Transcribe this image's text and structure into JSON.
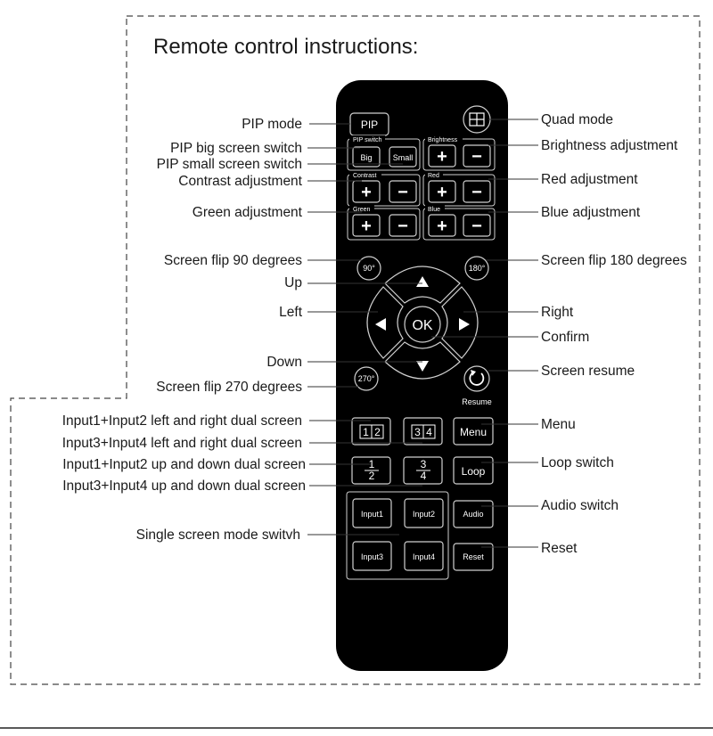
{
  "title": "Remote control instructions:",
  "labels": {
    "pip_mode": "PIP mode",
    "pip_big": "PIP big screen switch",
    "pip_small": "PIP small screen switch",
    "contrast_adj": "Contrast adjustment",
    "green_adj": "Green adjustment",
    "flip90": "Screen flip 90 degrees",
    "up": "Up",
    "left": "Left",
    "down": "Down",
    "flip270": "Screen flip 270 degrees",
    "in12_lr": "Input1+Input2 left and right dual screen",
    "in34_lr": "Input3+Input4 left and right dual screen",
    "in12_ud": "Input1+Input2 up and down dual screen",
    "in34_ud": "Input3+Input4 up and down dual screen",
    "single": "Single screen mode switvh",
    "quad": "Quad mode",
    "brightness_adj": "Brightness adjustment",
    "red_adj": "Red adjustment",
    "blue_adj": "Blue adjustment",
    "flip180": "Screen flip 180 degrees",
    "right": "Right",
    "confirm": "Confirm",
    "resume": "Screen resume",
    "menu": "Menu",
    "loop": "Loop switch",
    "audio": "Audio switch",
    "reset": "Reset"
  },
  "remote": {
    "pip": "PIP",
    "pip_group": "PIP switch",
    "big": "Big",
    "small": "Small",
    "brightness_group": "Brightness",
    "contrast_group": "Contrast",
    "red_group": "Red",
    "green_group": "Green",
    "blue_group": "Blue",
    "plus": "+",
    "minus": "−",
    "deg90": "90°",
    "deg180": "180°",
    "deg270": "270°",
    "ok": "OK",
    "resume": "Resume",
    "n1": "1",
    "n2": "2",
    "n3": "3",
    "n4": "4",
    "menu": "Menu",
    "loop": "Loop",
    "audio": "Audio",
    "reset": "Reset",
    "input1": "Input1",
    "input2": "Input2",
    "input3": "Input3",
    "input4": "Input4"
  },
  "colors": {
    "remote_body": "#000000",
    "button_outline": "#d0d0d0",
    "text": "#1a1a1a"
  }
}
